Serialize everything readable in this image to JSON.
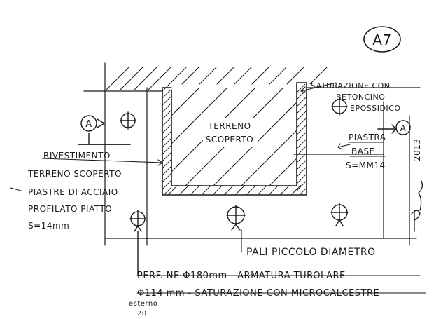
{
  "sheet_tag": "A7",
  "signature_year": "2013",
  "labels": {
    "exposed_ground": [
      "TERRENO",
      "SCOPERTO"
    ],
    "left_note": [
      "RIVESTIMENTO",
      "TERRENO SCOPERTO",
      "PIASTRE DI ACCIAIO",
      "PROFILATO PIATTO",
      "S=14mm"
    ],
    "right_top_note": [
      "SATURAZIONE CON",
      "BETONCINO",
      "EPOSSIDICO"
    ],
    "base_plate_note": [
      "PIASTRA",
      "BASE",
      "S=MM14"
    ],
    "small_diameter_note": "PALI PICCOLO DIAMETRO",
    "bottom_note": [
      "PERF. NE Φ180mm - ARMATURA TUBOLARE",
      "Φ114 mm - SATURAZIONE CON MICROCALCESTRE"
    ],
    "bottom_small_note": [
      "esterno",
      "20"
    ],
    "section_marker_left": "A",
    "section_marker_right": "A"
  },
  "colors": {
    "ink": "#1a1a1a",
    "paper": "#ffffff"
  }
}
